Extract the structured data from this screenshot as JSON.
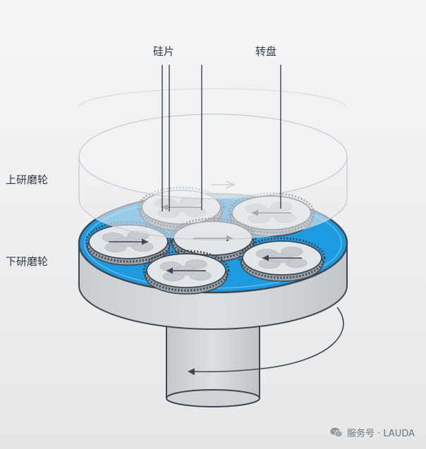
{
  "labels": {
    "wafer": "硅片",
    "carrier": "转盘",
    "upper_wheel": "上研磨轮",
    "lower_wheel": "下研磨轮"
  },
  "watermark": {
    "text": "服务号 · LAUDA",
    "icon": "wechat-icon"
  },
  "colors": {
    "slurry": "#1e9be0",
    "disc": "#d3d7db",
    "outline": "#3e4650",
    "wafer": "#c6cbd0"
  }
}
